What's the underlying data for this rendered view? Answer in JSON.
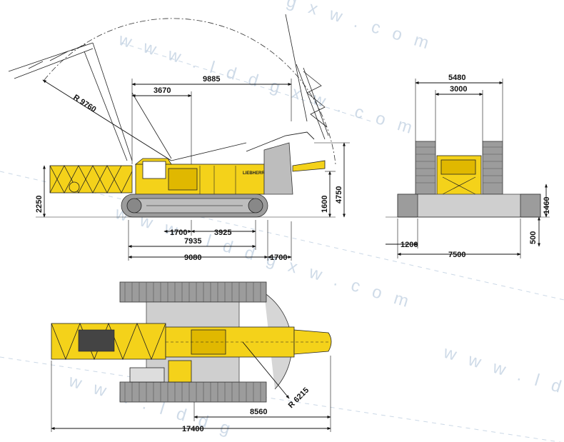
{
  "watermark": {
    "text_top": "w w w . l d d g x w . c o m",
    "text_mid": "w w w . l d d g x w . c o m",
    "text_bottom": "w w w . l d d g",
    "text_right_top": "g x w . c o m",
    "text_right_bottom": "w w w . l d"
  },
  "side_view": {
    "radius_label": "R 9760",
    "dims": {
      "top_9885": "9885",
      "top_3670": "3670",
      "height_2250": "2250",
      "height_1600": "1600",
      "height_4750": "4750",
      "bottom_1700_a": "1700",
      "bottom_3925": "3925",
      "bottom_7935": "7935",
      "bottom_9080": "9080",
      "bottom_1700_b": "1700"
    },
    "brand": "LIEBHERR"
  },
  "rear_view": {
    "dims": {
      "top_5480": "5480",
      "top_3000": "3000",
      "height_1460": "1460",
      "height_500": "500",
      "bottom_1200": "1200",
      "bottom_7500": "7500"
    }
  },
  "top_view": {
    "radius_label": "R 6215",
    "dims": {
      "bottom_8560": "8560",
      "bottom_17400": "17400"
    }
  },
  "colors": {
    "machine_yellow": "#f4d21a",
    "track_grey": "#9c9c9c",
    "watermark_blue": "#a9bfd6"
  }
}
